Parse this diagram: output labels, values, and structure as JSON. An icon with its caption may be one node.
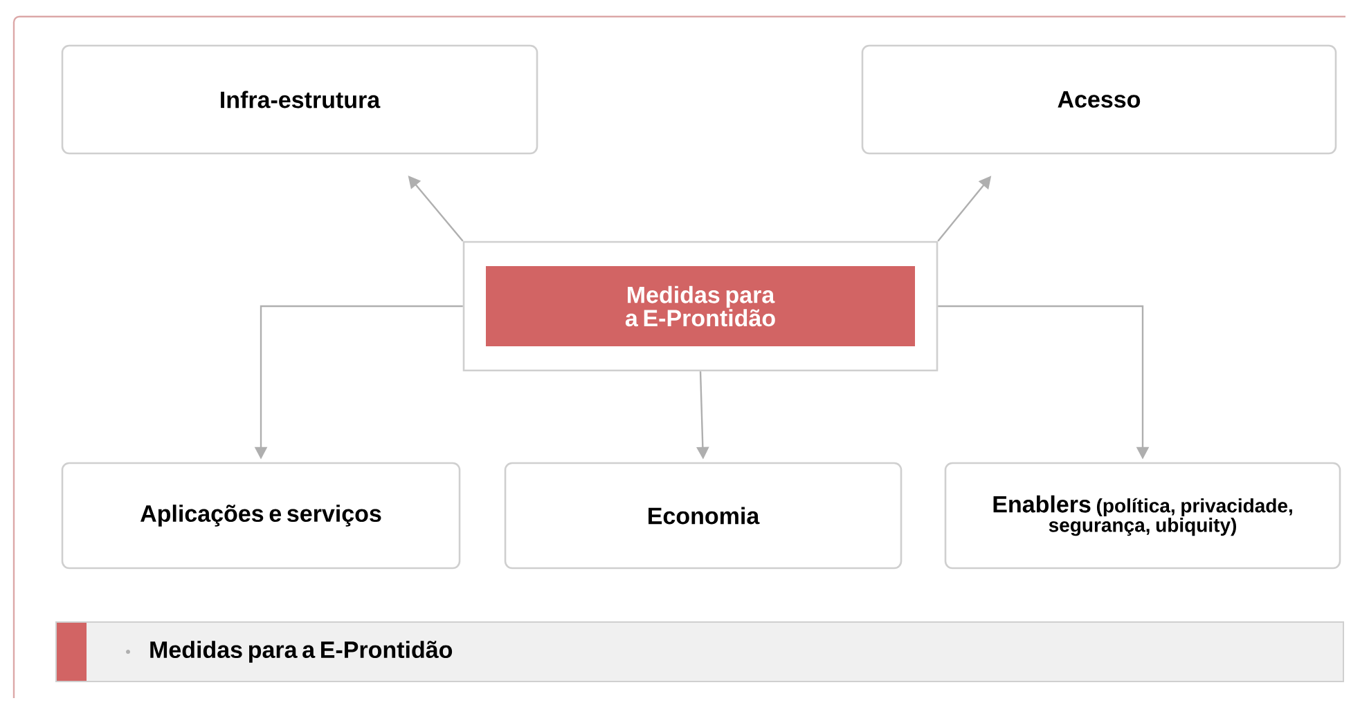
{
  "diagram": {
    "nodes": [
      {
        "text": [
          "Infra-estrutura"
        ]
      },
      {
        "text": [
          "Acesso"
        ]
      },
      {
        "text": [
          "Medidas para a E-Prontidão"
        ]
      },
      {
        "text": [
          "Aplicações e serviços"
        ]
      },
      {
        "text": [
          "Economia"
        ]
      },
      {
        "text": [
          "Enablers",
          "(política, privacidade, segurança, ubiquity)"
        ]
      },
      {
        "text": [
          "Medidas para a E-Prontidão"
        ]
      }
    ],
    "edges": [
      {
        "from": 2,
        "to": 0,
        "arrow": "to"
      },
      {
        "from": 2,
        "to": 1,
        "arrow": "to"
      },
      {
        "from": 2,
        "to": 3,
        "arrow": "to"
      },
      {
        "from": 2,
        "to": 4,
        "arrow": "to"
      },
      {
        "from": 2,
        "to": 5,
        "arrow": "to"
      }
    ]
  }
}
